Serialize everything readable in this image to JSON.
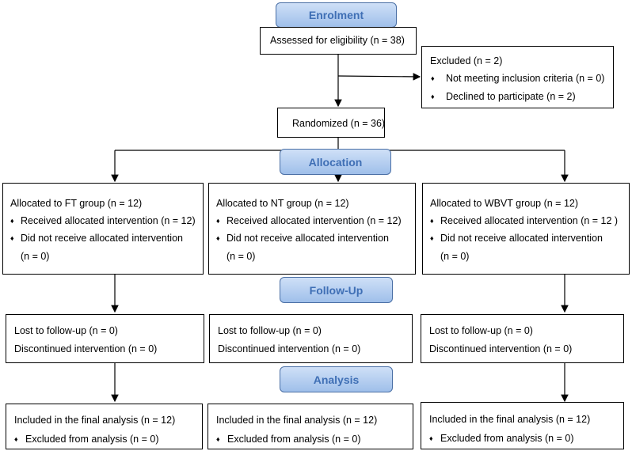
{
  "stages": {
    "enrolment": "Enrolment",
    "allocation": "Allocation",
    "followup": "Follow-Up",
    "analysis": "Analysis"
  },
  "assessed": "Assessed for eligibility (n = 38)",
  "excluded": {
    "title": "Excluded (n = 2)",
    "items": [
      "Not meeting inclusion criteria (n = 0)",
      "Declined to participate (n = 2)"
    ]
  },
  "randomized": "Randomized (n = 36)",
  "allocated": [
    {
      "title": "Allocated to FT group (n = 12)",
      "received": "Received allocated intervention (n = 12)",
      "not_received": "Did not receive allocated intervention",
      "not_received_n": "(n = 0)"
    },
    {
      "title": "Allocated to NT group (n = 12)",
      "received": "Received allocated intervention (n = 12)",
      "not_received": "Did not receive allocated intervention",
      "not_received_n": "(n = 0)"
    },
    {
      "title": "Allocated to WBVT group (n = 12)",
      "received": "Received allocated intervention (n = 12 )",
      "not_received": "Did not receive allocated intervention",
      "not_received_n": "(n = 0)"
    }
  ],
  "followup": [
    {
      "lost": "Lost to follow-up (n = 0)",
      "discontinued": "Discontinued intervention (n = 0)"
    },
    {
      "lost": "Lost to follow-up (n = 0)",
      "discontinued": "Discontinued intervention (n = 0)"
    },
    {
      "lost": "Lost to follow-up (n = 0)",
      "discontinued": "Discontinued intervention (n = 0)"
    }
  ],
  "analysis": [
    {
      "included": "Included in the final analysis (n = 12)",
      "excluded": "Excluded from analysis (n = 0)"
    },
    {
      "included": "Included in the final analysis (n = 12)",
      "excluded": "Excluded from analysis (n = 0)"
    },
    {
      "included": "Included in the final analysis (n = 12)",
      "excluded": "Excluded from analysis (n = 0)"
    }
  ]
}
